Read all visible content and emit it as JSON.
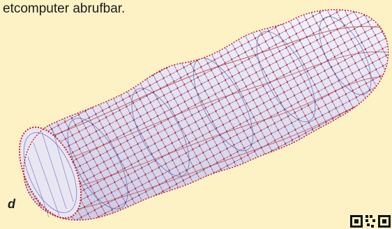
{
  "caption": {
    "text_fragment": "etcomputer abrufbar."
  },
  "figure": {
    "label": "d",
    "colors": {
      "background": "#fdf1c6",
      "mesh_fill": "#e6e3f2",
      "mesh_blue": "#4c55a8",
      "mesh_red": "#c0252d",
      "text": "#1c1c1c"
    }
  },
  "icons": {
    "figure": "wavy-tube-mesh-illustration",
    "code": "qr-code-icon"
  }
}
